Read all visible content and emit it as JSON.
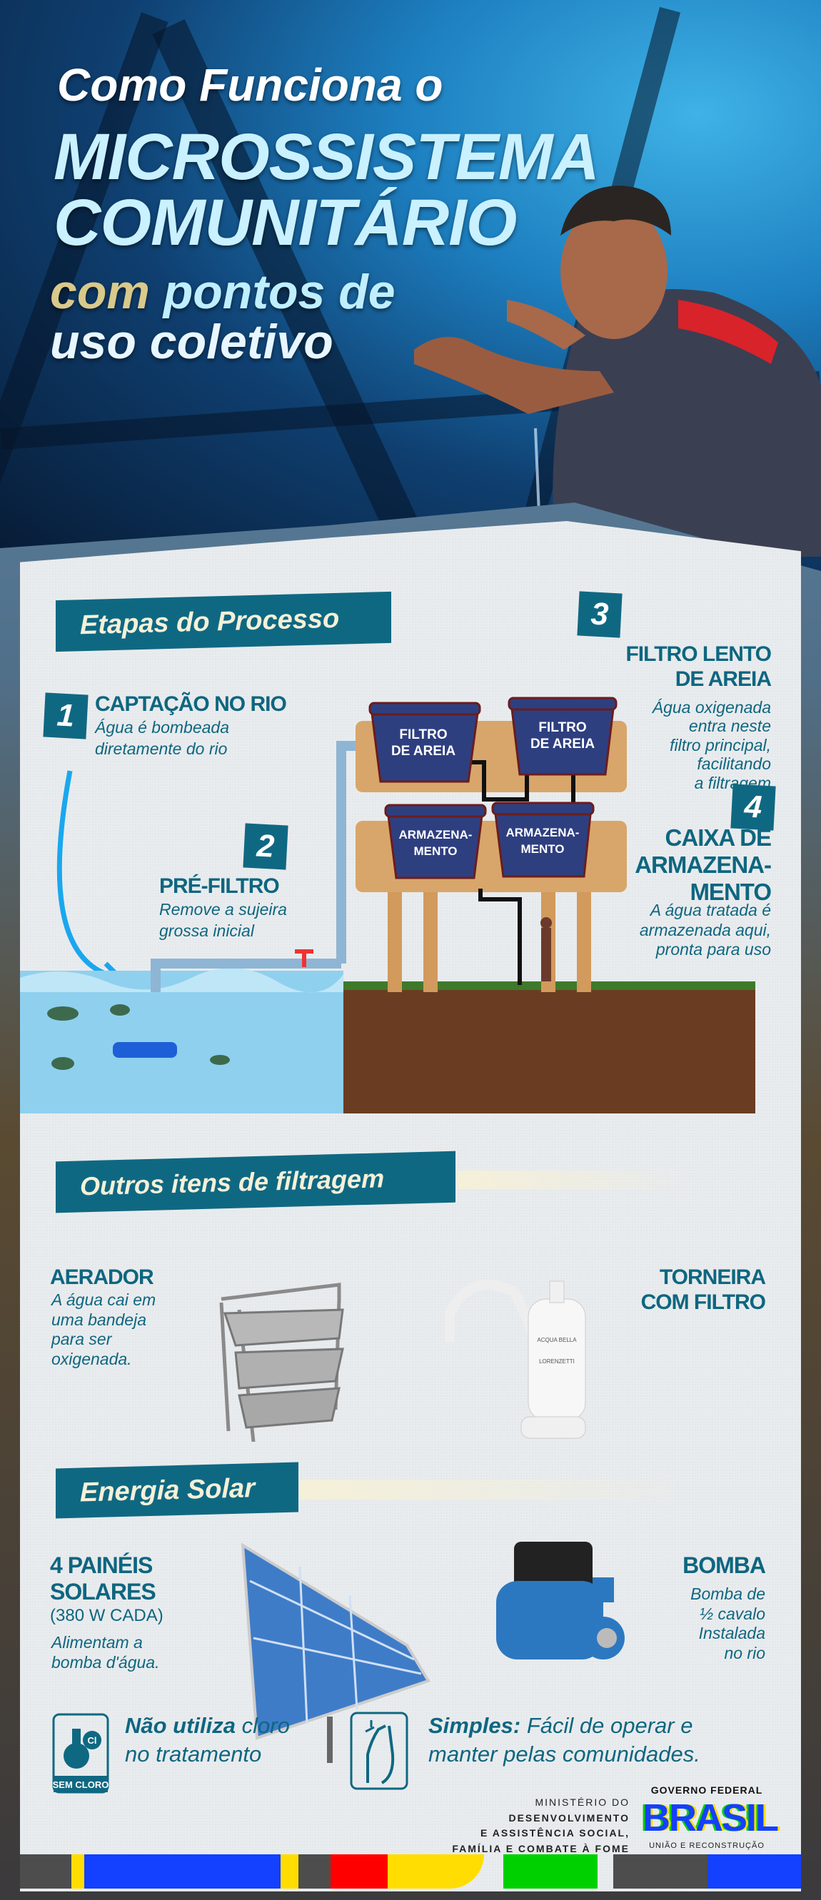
{
  "header": {
    "line1": "Como Funciona o",
    "line2": "MICROSSISTEMA",
    "line3": "COMUNITÁRIO",
    "line4_a": "com",
    "line4_b": "pontos de",
    "line5": "uso coletivo"
  },
  "process": {
    "title": "Etapas do Processo",
    "steps": [
      {
        "number": "1",
        "title": "CAPTAÇÃO NO RIO",
        "text": [
          "Água é bombeada",
          "diretamente do rio"
        ]
      },
      {
        "number": "2",
        "title": "PRÉ-FILTRO",
        "text": [
          "Remove a sujeira",
          "grossa inicial"
        ]
      },
      {
        "number": "3",
        "title": [
          "FILTRO LENTO",
          "DE AREIA"
        ],
        "text": [
          "Água oxigenada",
          "entra neste",
          "filtro principal,",
          "facilitando",
          "a filtragem"
        ]
      },
      {
        "number": "4",
        "title": [
          "CAIXA DE",
          "ARMAZENA-",
          "MENTO"
        ],
        "text": [
          "A água tratada é",
          "armazenada aqui,",
          "pronta para uso"
        ]
      }
    ],
    "tanks": {
      "filter": [
        "FILTRO",
        "DE AREIA"
      ],
      "storage": [
        "ARMAZENA-",
        "MENTO"
      ]
    }
  },
  "filtering": {
    "title": "Outros itens de filtragem",
    "aerator": {
      "title": "AERADOR",
      "text": [
        "A água cai em",
        "uma bandeja",
        "para ser",
        "oxigenada."
      ]
    },
    "faucet": {
      "title": [
        "TORNEIRA",
        "COM FILTRO"
      ],
      "brand1": "ACQUA BELLA",
      "brand2": "LORENZETTI"
    }
  },
  "solar": {
    "title": "Energia Solar",
    "panels": {
      "title": [
        "4 PAINÉIS",
        "SOLARES"
      ],
      "spec": "(380 W CADA)",
      "text": [
        "Alimentam a",
        "bomba d'água."
      ]
    },
    "pump": {
      "title": "BOMBA",
      "text": [
        "Bomba de",
        "½ cavalo",
        "Instalada",
        "no rio"
      ]
    }
  },
  "features": {
    "no_chlorine": {
      "bold": "Não utiliza",
      "rest": "cloro",
      "line2": "no tratamento",
      "badge": "SEM CLORO",
      "symbol": "Cl"
    },
    "simple": {
      "bold": "Simples:",
      "rest": "Fácil de operar e",
      "line2": "manter pelas comunidades."
    }
  },
  "footer": {
    "ministry": [
      "MINISTÉRIO DO",
      "DESENVOLVIMENTO",
      "E ASSISTÊNCIA SOCIAL,",
      "FAMÍLIA E COMBATE À FOME"
    ],
    "gov_top": "GOVERNO FEDERAL",
    "gov_logo": "BRASIL",
    "gov_bottom": "UNIÃO E RECONSTRUÇÃO"
  },
  "colors": {
    "teal": "#0f6882",
    "cream": "#f5f0d8",
    "flag_blue": "#1440ff",
    "flag_yellow": "#ffdd00",
    "flag_green": "#00d000",
    "flag_red": "#ff0000",
    "grey": "#4d4d4d"
  }
}
